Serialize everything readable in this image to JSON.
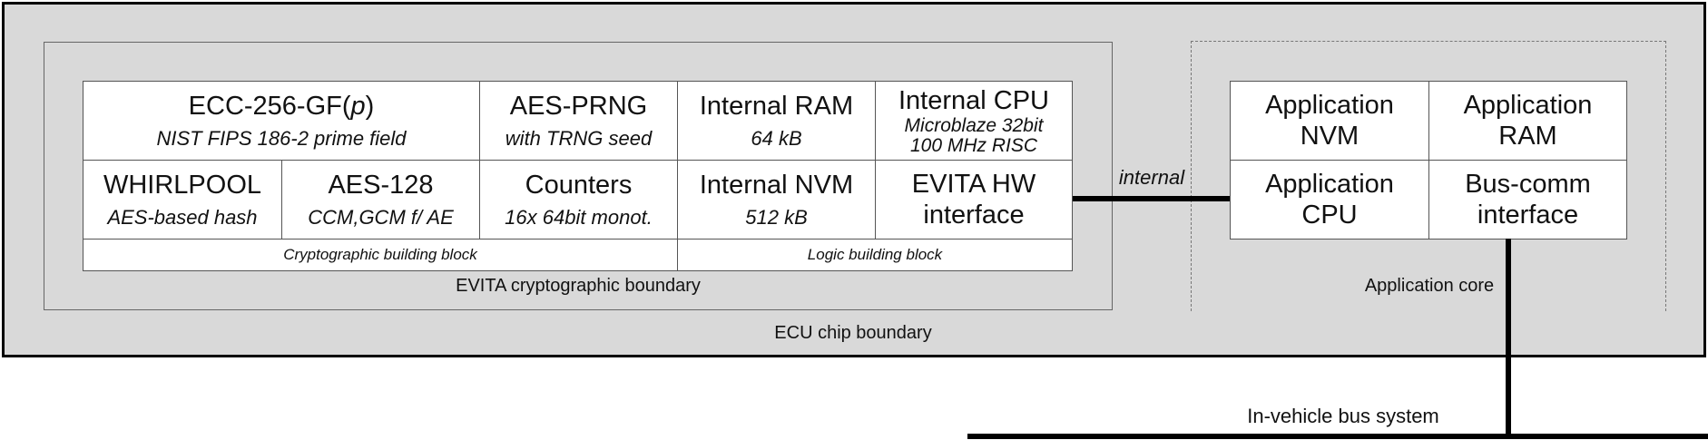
{
  "diagram": {
    "chip_boundary_label": "ECU chip boundary",
    "evita_boundary_label": "EVITA cryptographic boundary",
    "application_core_label": "Application core",
    "internal_link_label": "internal",
    "bus_label": "In-vehicle bus system",
    "crypto_group_label": "Cryptographic building block",
    "logic_group_label": "Logic building block",
    "ecc": {
      "title_prefix": "ECC-256-GF(",
      "title_var": "p",
      "title_suffix": ")",
      "sub": "NIST FIPS 186-2 prime field"
    },
    "aes_prng": {
      "title": "AES-PRNG",
      "sub": "with TRNG seed"
    },
    "internal_ram": {
      "title": "Internal RAM",
      "sub": "64 kB"
    },
    "internal_cpu": {
      "title": "Internal CPU",
      "sub1": "Microblaze 32bit",
      "sub2": "100 MHz RISC"
    },
    "whirlpool": {
      "title": "WHIRLPOOL",
      "sub": "AES-based hash"
    },
    "aes128": {
      "title": "AES-128",
      "sub": "CCM,GCM f/ AE"
    },
    "counters": {
      "title": "Counters",
      "sub": "16x 64bit monot."
    },
    "internal_nvm": {
      "title": "Internal NVM",
      "sub": "512 kB"
    },
    "evita_hw": {
      "line1": "EVITA HW",
      "line2": "interface"
    },
    "app_nvm": {
      "line1": "Application",
      "line2": "NVM"
    },
    "app_ram": {
      "line1": "Application",
      "line2": "RAM"
    },
    "app_cpu": {
      "line1": "Application",
      "line2": "CPU"
    },
    "bus_comm": {
      "line1": "Bus-comm",
      "line2": "interface"
    }
  }
}
